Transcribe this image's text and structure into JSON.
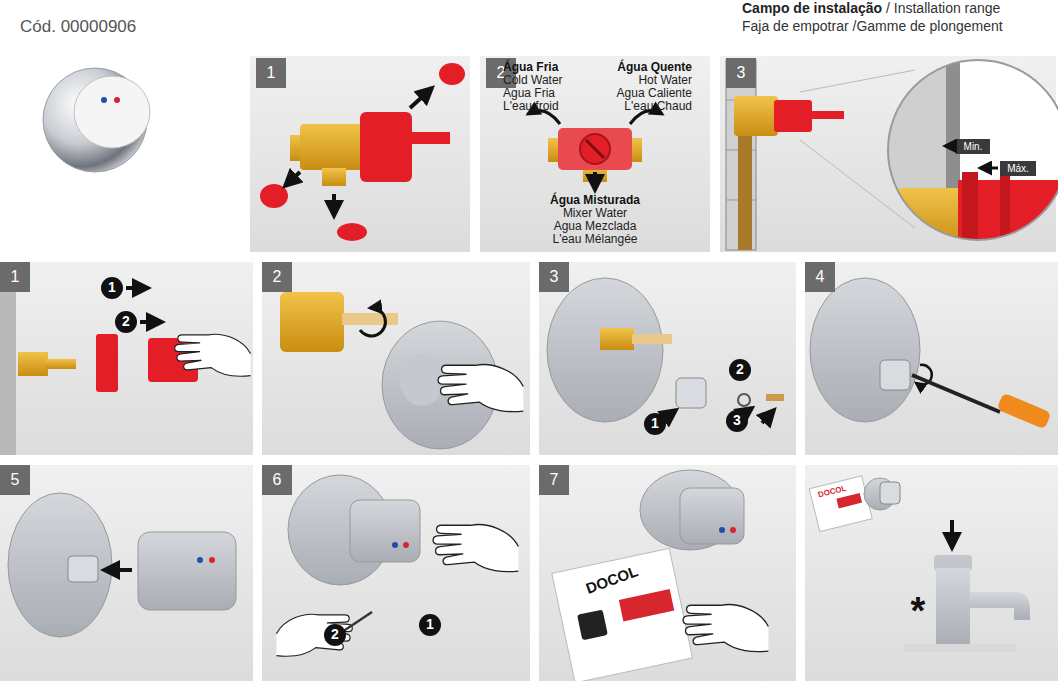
{
  "diagram": {
    "nodes": [
      {
        "text": [
          "1"
        ]
      },
      {
        "text": [
          "2"
        ]
      },
      {
        "text": [
          "3"
        ]
      },
      {
        "text": [
          "1"
        ]
      },
      {
        "text": [
          "2"
        ]
      },
      {
        "text": [
          "3"
        ]
      },
      {
        "text": [
          "4"
        ]
      },
      {
        "text": [
          "5"
        ]
      },
      {
        "text": [
          "6"
        ]
      },
      {
        "text": [
          "7"
        ]
      }
    ],
    "labels": [
      "Cód. 00000906",
      "Campo de instalação",
      "/ Installation range",
      "Faja de empotrar /Gamme de plongement",
      "Água Fria",
      "Cold Water",
      "Agua Fria",
      "L'eau froid",
      "Água Quente",
      "Hot Water",
      "Agua Caliente",
      "L'eau Chaud",
      "Água Misturada",
      "Mixer Water",
      "Agua Mezclada",
      "L'eau Mélangée",
      "Min.",
      "Máx.",
      "1",
      "2",
      "1",
      "2",
      "3",
      "1",
      "2",
      "DOCOL",
      "DOCOL",
      "*"
    ]
  }
}
